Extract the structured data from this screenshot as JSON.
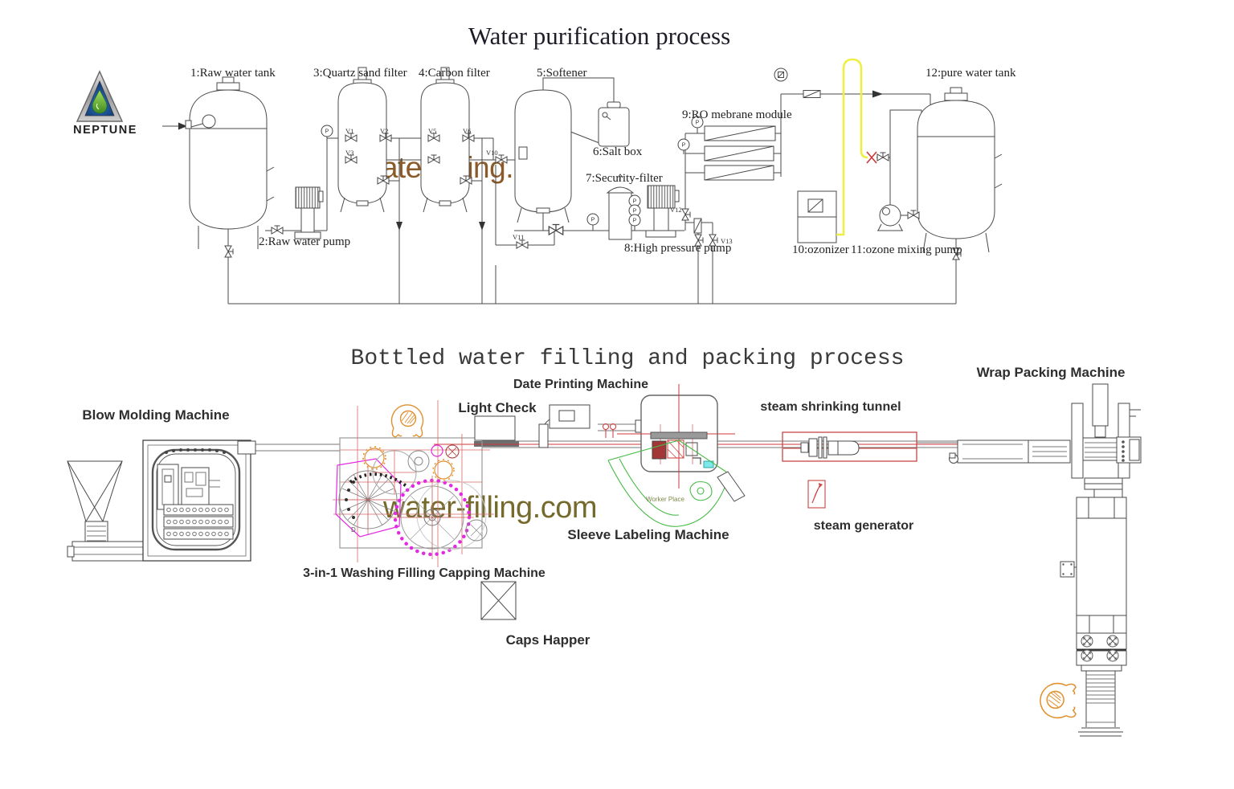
{
  "watermark": {
    "text": "water-filling.com"
  },
  "logo": {
    "brand": "NEPTUNE"
  },
  "colors": {
    "watermark_top": "#8a5a28",
    "watermark_bottom": "#756a2c",
    "accent_red": "#cc3838",
    "accent_magenta": "#e22ae2",
    "accent_green": "#46bb46",
    "accent_orange": "#e09030",
    "accent_yellow": "#eeee44"
  },
  "purification": {
    "title": "Water purification process",
    "gauge_label": "P",
    "labels": {
      "raw_water_tank": "1:Raw water tank",
      "raw_water_pump": "2:Raw water pump",
      "quartz_sand_filter": "3:Quartz sand filter",
      "carbon_filter": "4:Carbon filter",
      "softener": "5:Softener",
      "salt_box": "6:Salt box",
      "security_filter": "7:Security-filter",
      "high_pressure_pump": "8:High pressure pump",
      "ro_membrane_module": "9:RO mebrane module",
      "ozonizer": "10:ozonizer",
      "ozone_mixing_pump": "11:ozone mixing pump",
      "pure_water_tank": "12:pure water tank"
    },
    "valves": {
      "v1": "V1",
      "v2": "V2",
      "v3": "V3",
      "v5": "V5",
      "v6": "V6",
      "v10": "V10",
      "v11": "V11",
      "v12": "V12",
      "v13": "V13"
    }
  },
  "filling": {
    "title": "Bottled water filling and packing process",
    "labels": {
      "blow_molding": "Blow Molding Machine",
      "light_check": "Light Check",
      "date_printing": "Date Printing Machine",
      "washing_filling_capping": "3-in-1 Washing Filling Capping Machine",
      "caps_happer": "Caps Happer",
      "sleeve_labeling": "Sleeve Labeling Machine",
      "worker_place": "Worker Place",
      "steam_shrinking_tunnel": "steam shrinking tunnel",
      "steam_generator": "steam generator",
      "wrap_packing": "Wrap Packing Machine",
      "machine_marking": "D"
    }
  }
}
